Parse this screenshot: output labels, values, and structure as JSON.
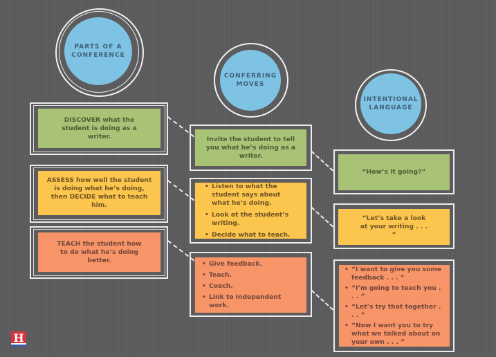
{
  "columns": [
    {
      "heading": "PARTS OF A CONFERENCE",
      "heading_lines": [
        "PARTS OF A",
        "CONFERENCE"
      ],
      "cards": [
        {
          "color": "green",
          "text": "DISCOVER what the student is doing as a writer."
        },
        {
          "color": "yellow",
          "text": "ASSESS how well the student is doing what he’s doing, then DECIDE what to teach him."
        },
        {
          "color": "orange",
          "text": "TEACH the student how to do what he’s doing better."
        }
      ]
    },
    {
      "heading": "CONFERRING MOVES",
      "heading_lines": [
        "CONFERRING",
        "MOVES"
      ],
      "cards": [
        {
          "color": "green",
          "text": "Invite the student to tell you what he’s doing as a writer."
        },
        {
          "color": "yellow",
          "items": [
            "Listen to what the student says about what he’s doing.",
            "Look at the student’s writing.",
            "Decide what to teach."
          ]
        },
        {
          "color": "orange",
          "items": [
            "Give feedback.",
            "Teach.",
            "Coach.",
            "Link to independent work."
          ]
        }
      ]
    },
    {
      "heading": "INTENTIONAL LANGUAGE",
      "heading_lines": [
        "INTENTIONAL",
        "LANGUAGE"
      ],
      "cards": [
        {
          "color": "green",
          "text": "“How’s it going?”"
        },
        {
          "color": "yellow",
          "text": "“Let’s take a look at your writing . . . ”"
        },
        {
          "color": "orange",
          "items": [
            "“I want to give you some feedback . . . ”",
            "“I’m going to teach you . . . ”",
            "“Let’s try that together . . . ”",
            "“Now I want you to try what we talked about on your own . . . ”"
          ]
        }
      ]
    }
  ],
  "colors": {
    "background": "#5b5b5d",
    "circle": "#7ec3e3",
    "green": "#a8c276",
    "yellow": "#fcc54e",
    "orange": "#f79468"
  },
  "logo": {
    "letter": "H",
    "icon": "publisher-logo-icon"
  }
}
